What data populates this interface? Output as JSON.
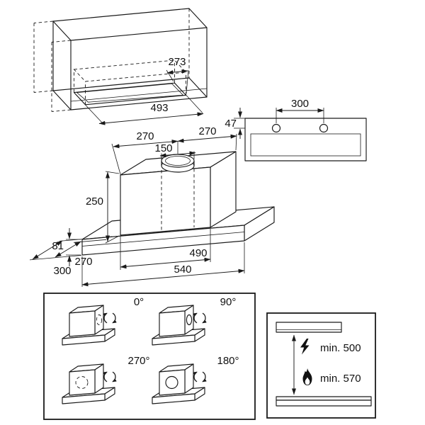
{
  "figures": {
    "niche": {
      "depth": "273",
      "width": "493"
    },
    "mounting": {
      "hole_spacing": "300",
      "edge_to_hole": "47"
    },
    "hood": {
      "left_half": "270",
      "right_half": "270",
      "duct_diameter": "150",
      "body_height": "250",
      "visor_height": "81",
      "body_depth": "270",
      "total_depth": "300",
      "body_width": "490",
      "total_width": "540"
    },
    "rotation": {
      "angles": [
        "0°",
        "90°",
        "270°",
        "180°"
      ]
    },
    "clearance": {
      "electric_min": "min. 500",
      "gas_min": "min. 570"
    }
  },
  "icons": {
    "rotation": "circular-arrows",
    "electric": "lightning-bolt",
    "gas": "flame"
  },
  "colors": {
    "line": "#1a1a1a",
    "background": "#ffffff"
  }
}
